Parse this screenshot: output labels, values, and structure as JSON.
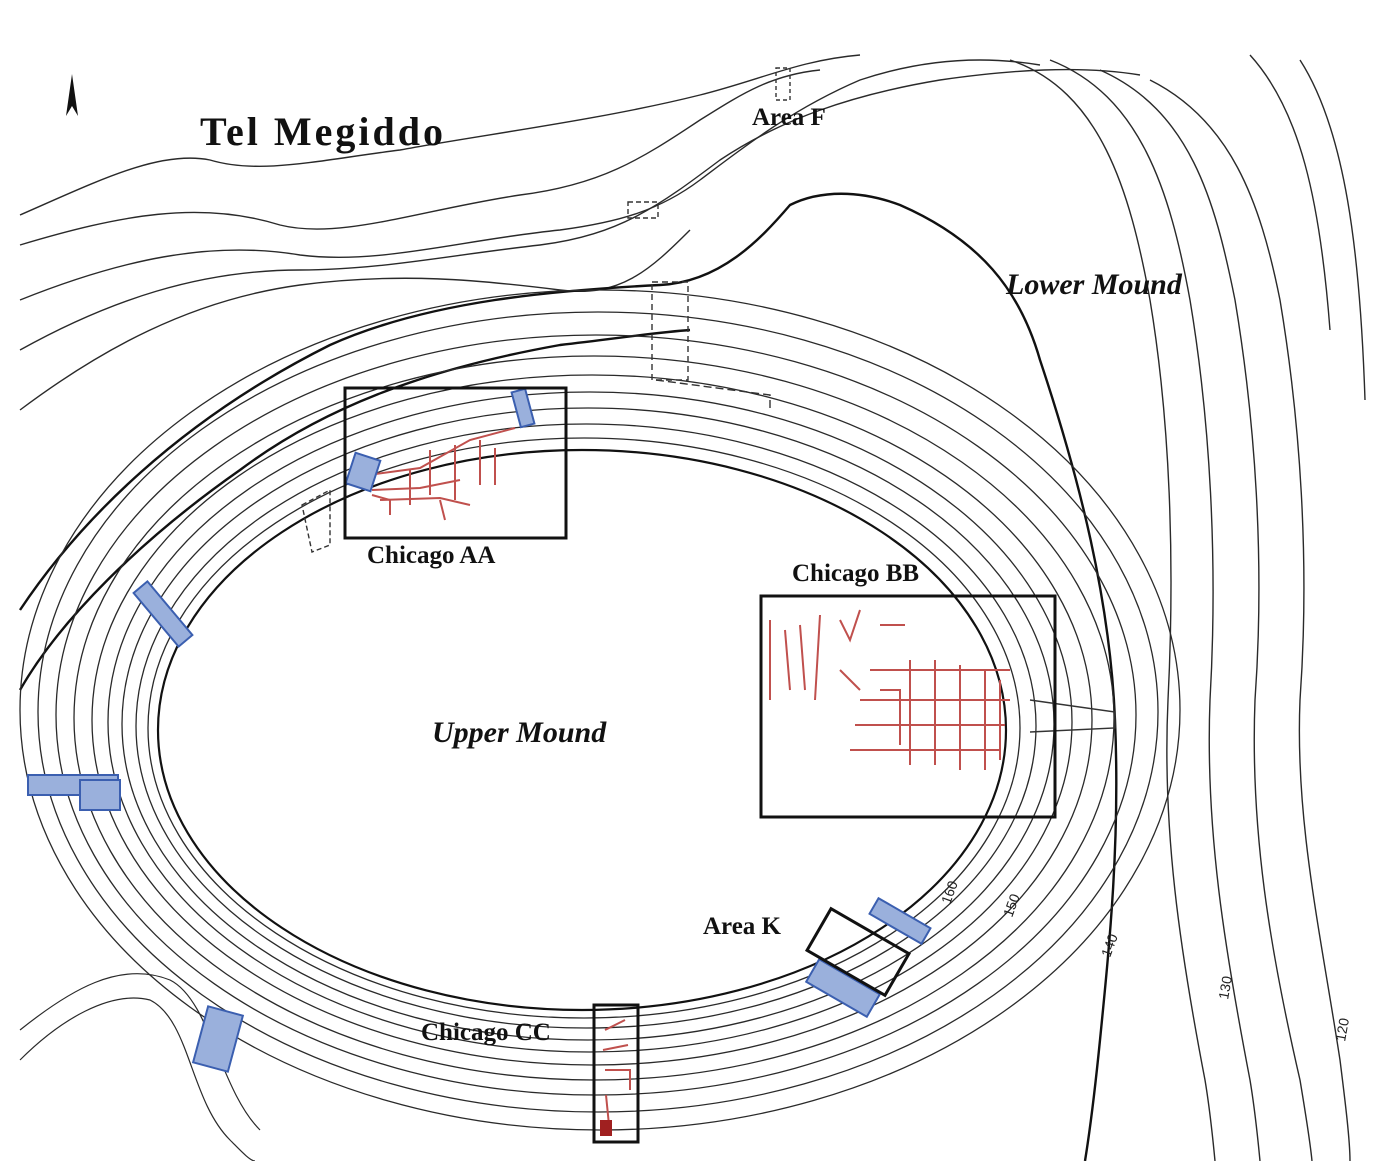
{
  "map": {
    "title": "Tel Megiddo",
    "regions": {
      "lower_mound": "Lower Mound",
      "upper_mound": "Upper Mound"
    },
    "areas": {
      "area_f": "Area F",
      "chicago_aa": "Chicago AA",
      "chicago_bb": "Chicago BB",
      "chicago_cc": "Chicago CC",
      "area_k": "Area K"
    },
    "contour_labels": [
      "160",
      "150",
      "140",
      "130",
      "120"
    ],
    "north_arrow_icon": "north-arrow-icon",
    "colors": {
      "contour": "#2a2a2a",
      "excavation_frame": "#111111",
      "chicago_structures": "#c0504d",
      "renewed_excavations": "#3b5fb0",
      "background": "#ffffff"
    }
  }
}
